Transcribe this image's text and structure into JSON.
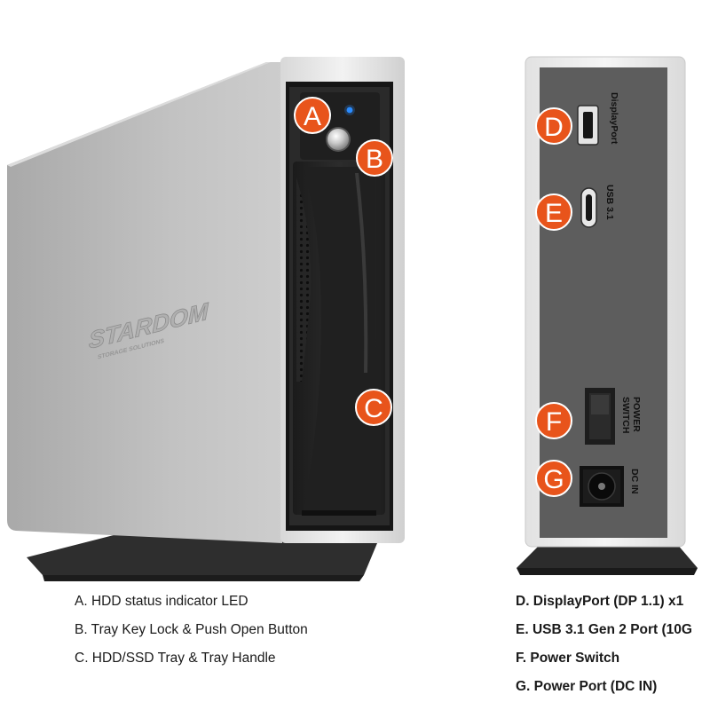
{
  "brand": {
    "name": "STARDOM",
    "tagline": "STORAGE SOLUTIONS"
  },
  "callouts": {
    "a": "A",
    "b": "B",
    "c": "C",
    "d": "D",
    "e": "E",
    "f": "F",
    "g": "G"
  },
  "rear_labels": {
    "displayport": "DisplayPort",
    "usb": "USB 3.1",
    "power_switch_line1": "POWER",
    "power_switch_line2": "SWITCH",
    "dc_in": "DC IN"
  },
  "legend": {
    "left": [
      "A. HDD status indicator LED",
      "B. Tray Key Lock & Push Open Button",
      "C. HDD/SSD Tray & Tray Handle"
    ],
    "right": [
      "D. DisplayPort (DP 1.1) x1",
      "E. USB 3.1 Gen 2 Port (10G",
      "F. Power Switch",
      "G. Power Port (DC IN)"
    ]
  },
  "colors": {
    "callout": "#e8541b",
    "led": "#2a8cff",
    "rear_panel": "#5d5d5d",
    "enclosure": "#c4c4c4"
  }
}
